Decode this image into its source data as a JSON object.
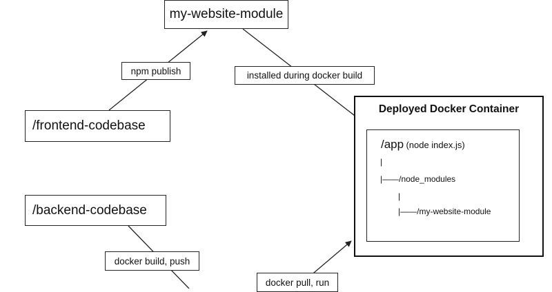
{
  "nodes": {
    "module": "my-website-module",
    "frontend": "/frontend-codebase",
    "backend": "/backend-codebase"
  },
  "edges": {
    "npm_publish": "npm publish",
    "installed": "installed during docker build",
    "docker_build": "docker build, push",
    "docker_pull": "docker pull, run"
  },
  "container": {
    "title": "Deployed Docker Container",
    "app_dir": "/app",
    "app_cmd": "(node index.js)",
    "tree": {
      "pipe1": "|",
      "node_modules": "|——/node_modules",
      "pipe2": "|",
      "module_entry": "|——/my-website-module"
    }
  },
  "colors": {
    "line": "#222222",
    "background": "#ffffff"
  }
}
